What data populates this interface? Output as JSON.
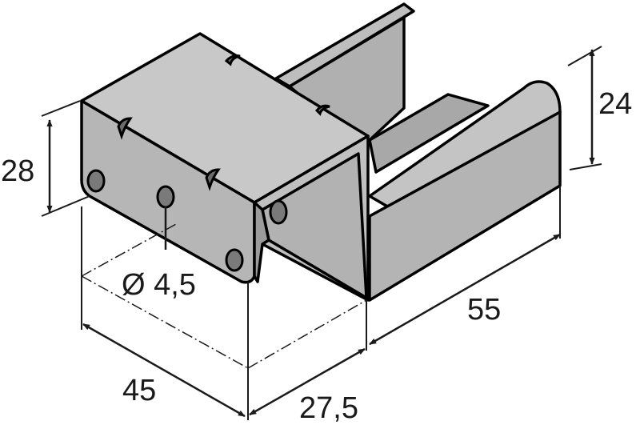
{
  "dimensions": {
    "height_front": "28",
    "height_rear": "24",
    "length": "55",
    "width": "45",
    "depth": "27,5",
    "hole_diameter": "Ø 4,5"
  },
  "colors": {
    "face_light": "#c8c8c8",
    "face_mid": "#b4b4b4",
    "face_dark": "#9c9c9c",
    "outline": "#000000",
    "line": "#1a1a1a"
  }
}
